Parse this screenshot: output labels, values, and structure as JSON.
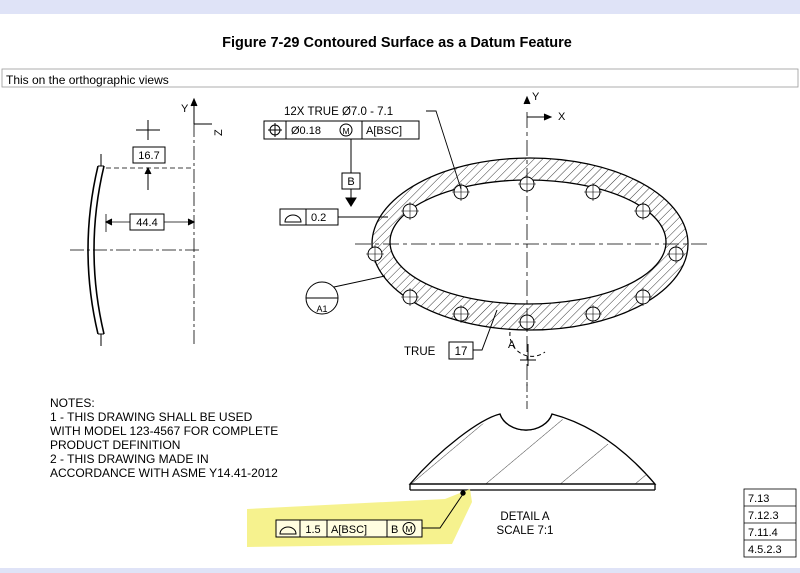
{
  "figure": {
    "title": "Figure 7-29 Contoured Surface as a Datum Feature",
    "caption": "This on the orthographic views"
  },
  "side_view": {
    "axis_y": "Y",
    "axis_z": "Z",
    "dim_16_7": "16.7",
    "dim_44_4": "44.4"
  },
  "front_view": {
    "axis_y": "Y",
    "axis_x": "X",
    "hole_callout": "12X TRUE Ø7.0 - 7.1",
    "position_tolerance": "Ø0.18",
    "position_modifier": "M",
    "position_datum": "A[BSC]",
    "datum_b": "B",
    "profile_tolerance": "0.2",
    "datum_target": "A1",
    "true_label": "TRUE",
    "true_value": "17",
    "detail_label": "A"
  },
  "notes": {
    "heading": "NOTES:",
    "line1": "1 - THIS DRAWING SHALL BE USED",
    "line2": "WITH MODEL 123-4567 FOR COMPLETE",
    "line3": "PRODUCT DEFINITION",
    "line4": "2 - THIS DRAWING MADE IN",
    "line5": "ACCORDANCE WITH ASME Y14.41-2012"
  },
  "detail": {
    "profile_tolerance": "1.5",
    "datum_a": "A[BSC]",
    "datum_b": "B",
    "modifier": "M",
    "label_line1": "DETAIL A",
    "label_line2": "SCALE 7:1"
  },
  "references": [
    "7.13",
    "7.12.3",
    "7.11.4",
    "4.5.2.3"
  ],
  "colors": {
    "highlight": "#f5f07a",
    "background": "#dfe3f7"
  }
}
